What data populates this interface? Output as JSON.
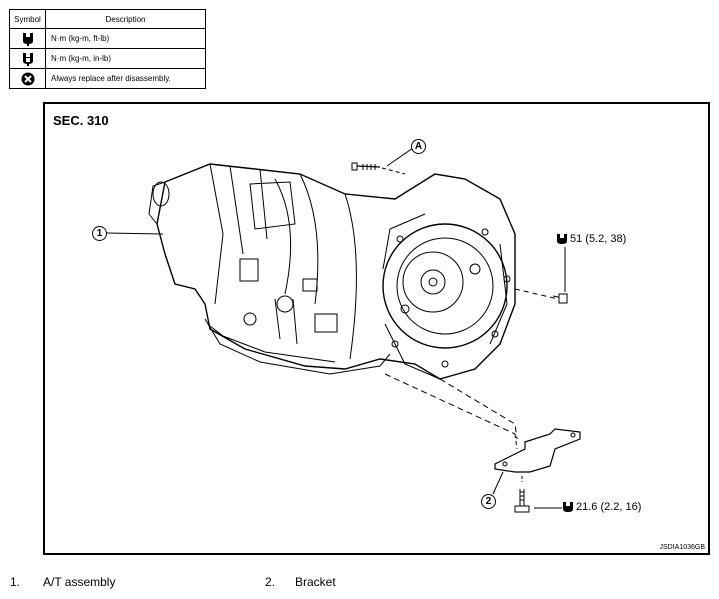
{
  "legend": {
    "header_symbol": "Symbol",
    "header_description": "Description",
    "rows": [
      {
        "icon": "torque-wrench-icon",
        "description": "N·m (kg-m, ft-lb)"
      },
      {
        "icon": "torque-wrench-in-lb-icon",
        "description": "N·m (kg-m, in-lb)"
      },
      {
        "icon": "replace-part-icon",
        "description": "Always replace after disassembly."
      }
    ]
  },
  "figure": {
    "section": "SEC. 310",
    "code": "JSDIA1036GB",
    "callouts": {
      "a": "A",
      "c1": "1",
      "c2": "2"
    },
    "torque_bolt_upper": "51 (5.2, 38)",
    "torque_bolt_lower": "21.6 (2.2, 16)"
  },
  "parts": [
    {
      "num": "1.",
      "name": "A/T assembly"
    },
    {
      "num": "2.",
      "name": "Bracket"
    }
  ]
}
